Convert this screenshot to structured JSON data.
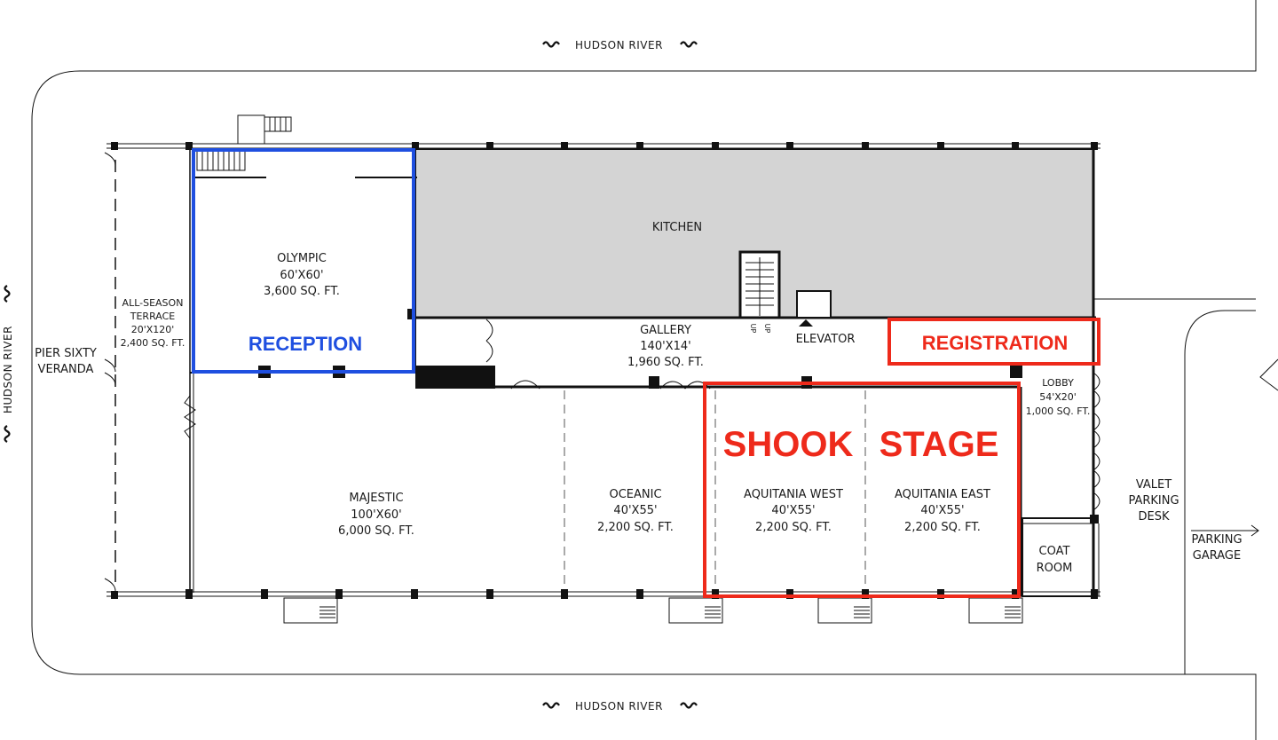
{
  "river": {
    "top": "HUDSON RIVER",
    "bottom": "HUDSON RIVER",
    "left": "HUDSON RIVER"
  },
  "rooms": {
    "kitchen": {
      "name": "KITCHEN"
    },
    "olympic": {
      "name": "OLYMPIC",
      "dims": "60'X60'",
      "area": "3,600 SQ. FT."
    },
    "terrace": {
      "name1": "ALL-SEASON",
      "name2": "TERRACE",
      "dims": "20'X120'",
      "area": "2,400 SQ. FT."
    },
    "veranda": {
      "name1": "PIER SIXTY",
      "name2": "VERANDA"
    },
    "gallery": {
      "name": "GALLERY",
      "dims": "140'X14'",
      "area": "1,960 SQ. FT."
    },
    "elevator": {
      "name": "ELEVATOR"
    },
    "lobby": {
      "name": "LOBBY",
      "dims": "54'X20'",
      "area": "1,000 SQ. FT."
    },
    "majestic": {
      "name": "MAJESTIC",
      "dims": "100'X60'",
      "area": "6,000 SQ. FT."
    },
    "oceanic": {
      "name": "OCEANIC",
      "dims": "40'X55'",
      "area": "2,200 SQ. FT."
    },
    "aquitania_west": {
      "name": "AQUITANIA WEST",
      "dims": "40'X55'",
      "area": "2,200 SQ. FT."
    },
    "aquitania_east": {
      "name": "AQUITANIA EAST",
      "dims": "40'X55'",
      "area": "2,200 SQ. FT."
    },
    "coat_room": {
      "name1": "COAT",
      "name2": "ROOM"
    },
    "valet": {
      "name1": "VALET",
      "name2": "PARKING",
      "name3": "DESK"
    },
    "parking": {
      "name1": "PARKING",
      "name2": "GARAGE"
    },
    "stairs": {
      "up1": "UP",
      "up2": "UP"
    }
  },
  "overlays": {
    "reception": {
      "label": "RECEPTION",
      "color": "#1f4fe0"
    },
    "registration": {
      "label": "REGISTRATION",
      "color": "#ee2a1b"
    },
    "stage": {
      "label1": "SHOOK",
      "label2": "STAGE",
      "color": "#ee2a1b"
    }
  },
  "colors": {
    "kitchen_fill": "#d4d4d4",
    "wall": "#111111"
  }
}
